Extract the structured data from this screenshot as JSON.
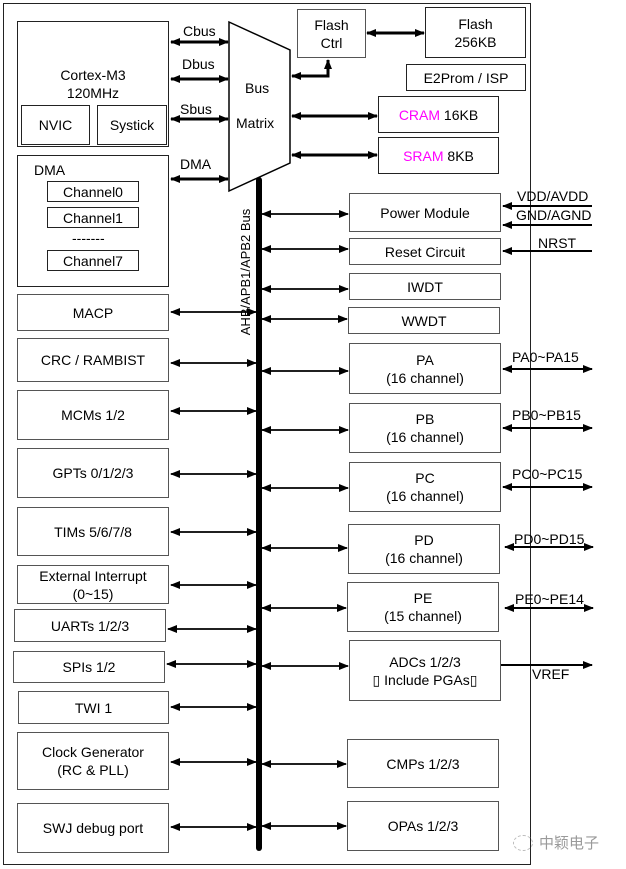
{
  "diagram": {
    "core": {
      "title": "Cortex-M3",
      "freq": "120MHz",
      "nvic": "NVIC",
      "systick": "Systick"
    },
    "dma": {
      "title": "DMA",
      "channels": [
        "Channel0",
        "Channel1",
        "Channel7"
      ],
      "ellipsis": "-------"
    },
    "bus_labels": {
      "cbus": "Cbus",
      "dbus": "Dbus",
      "sbus": "Sbus",
      "dma": "DMA"
    },
    "bus_matrix": {
      "line1": "Bus",
      "line2": "Matrix"
    },
    "system_bus": "AHB/APB1/APB2 Bus",
    "memory": {
      "flash_ctrl": [
        "Flash",
        "Ctrl"
      ],
      "flash": [
        "Flash",
        "256KB"
      ],
      "e2prom": "E2Prom / ISP",
      "cram": {
        "name": "CRAM",
        "size": " 16KB"
      },
      "sram": {
        "name": "SRAM",
        "size": " 8KB"
      }
    },
    "left_peripherals": [
      {
        "id": "macp",
        "lines": [
          "MACP"
        ]
      },
      {
        "id": "crc",
        "lines": [
          "CRC / RAMBIST"
        ]
      },
      {
        "id": "mcms",
        "lines": [
          "MCMs 1/2"
        ]
      },
      {
        "id": "gpts",
        "lines": [
          "GPTs 0/1/2/3"
        ]
      },
      {
        "id": "tims",
        "lines": [
          "TIMs 5/6/7/8"
        ]
      },
      {
        "id": "exti",
        "lines": [
          "External Interrupt",
          "(0~15)"
        ]
      },
      {
        "id": "uarts",
        "lines": [
          "UARTs 1/2/3"
        ]
      },
      {
        "id": "spis",
        "lines": [
          "SPIs 1/2"
        ]
      },
      {
        "id": "twi",
        "lines": [
          "TWI 1"
        ]
      },
      {
        "id": "clock",
        "lines": [
          "Clock Generator",
          "(RC & PLL)"
        ]
      },
      {
        "id": "swj",
        "lines": [
          "SWJ debug port"
        ]
      }
    ],
    "right_peripherals": [
      {
        "id": "power",
        "lines": [
          "Power Module"
        ]
      },
      {
        "id": "reset",
        "lines": [
          "Reset Circuit"
        ]
      },
      {
        "id": "iwdt",
        "lines": [
          "IWDT"
        ]
      },
      {
        "id": "wwdt",
        "lines": [
          "WWDT"
        ]
      },
      {
        "id": "pa",
        "lines": [
          "PA",
          "(16 channel)"
        ]
      },
      {
        "id": "pb",
        "lines": [
          "PB",
          "(16 channel)"
        ]
      },
      {
        "id": "pc",
        "lines": [
          "PC",
          "(16 channel)"
        ]
      },
      {
        "id": "pd",
        "lines": [
          "PD",
          "(16 channel)"
        ]
      },
      {
        "id": "pe",
        "lines": [
          "PE",
          "(15 channel)"
        ]
      },
      {
        "id": "adcs",
        "lines": [
          "ADCs 1/2/3",
          "▯  Include PGAs▯"
        ]
      },
      {
        "id": "cmps",
        "lines": [
          "CMPs 1/2/3"
        ]
      },
      {
        "id": "opas",
        "lines": [
          "OPAs 1/2/3"
        ]
      }
    ],
    "pin_labels": {
      "vdd": "VDD/AVDD",
      "gnd": "GND/AGND",
      "nrst": "NRST",
      "pa": "PA0~PA15",
      "pb": "PB0~PB15",
      "pc": "PC0~PC15",
      "pd": "PD0~PD15",
      "pe": "PE0~PE14",
      "vref": "VREF"
    },
    "watermark": "中颖电子"
  }
}
